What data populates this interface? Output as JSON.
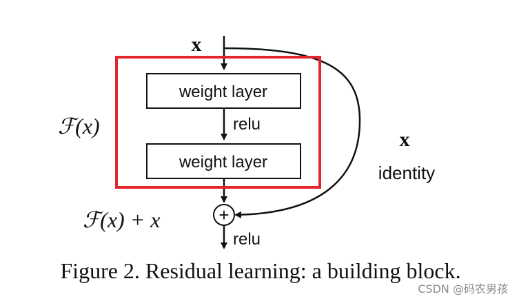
{
  "diagram": {
    "input_label": "x",
    "function_label": "ℱ(x)",
    "block1_label": "weight layer",
    "relu_mid": "relu",
    "block2_label": "weight layer",
    "identity_x": "x",
    "identity_label": "identity",
    "sum_label": "ℱ(x) + x",
    "plus_symbol": "+",
    "relu_out": "relu",
    "highlight_color": "#e3262c"
  },
  "caption": "Figure 2. Residual learning: a building block.",
  "watermark": "CSDN @码农男孩"
}
